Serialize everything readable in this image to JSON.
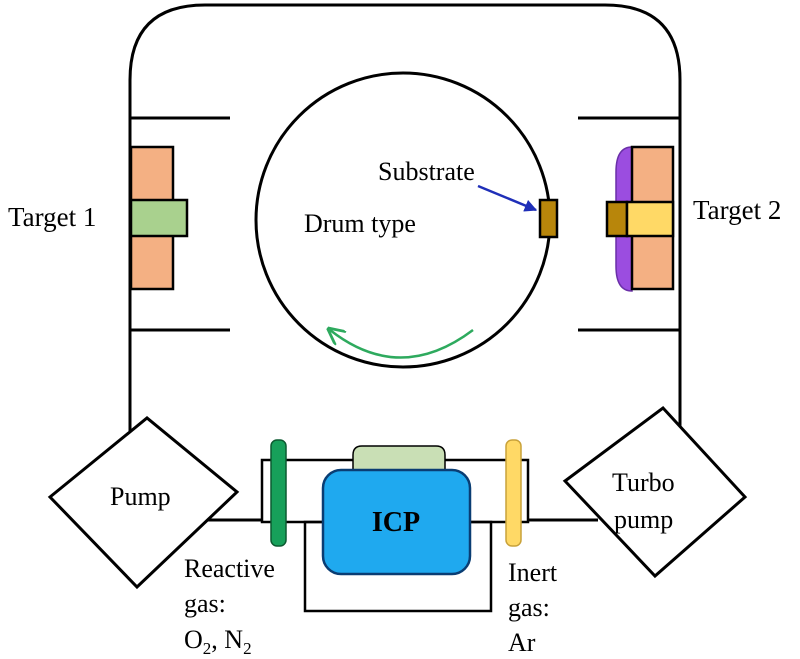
{
  "labels": {
    "target1": "Target 1",
    "target2": "Target 2",
    "substrate": "Substrate",
    "drum": "Drum type",
    "pump": "Pump",
    "turbo_line1": "Turbo",
    "turbo_line2": "pump",
    "icp": "ICP",
    "reactive_line1": "Reactive",
    "reactive_line2": "gas:",
    "reactive_o": "O",
    "reactive_o_sub": "2",
    "reactive_sep": ", N",
    "reactive_n_sub": "2",
    "inert_line1": "Inert",
    "inert_line2": "gas:",
    "inert_line3": "Ar"
  },
  "colors": {
    "target_body": "#F4B083",
    "target1_core": "#A9D18E",
    "target2_core": "#FFD966",
    "magnet": "#9B4DE0",
    "substrate": "#B8860B",
    "substrate_arrow": "#1F2FB8",
    "rotation_arrow": "#2EAA5E",
    "icp_fill": "#1FA9EF",
    "icp_border": "#0A3D73",
    "icp_cap": "#C9DFB5",
    "reactive_tube": "#17A05A",
    "inert_tube": "#FFD966"
  }
}
